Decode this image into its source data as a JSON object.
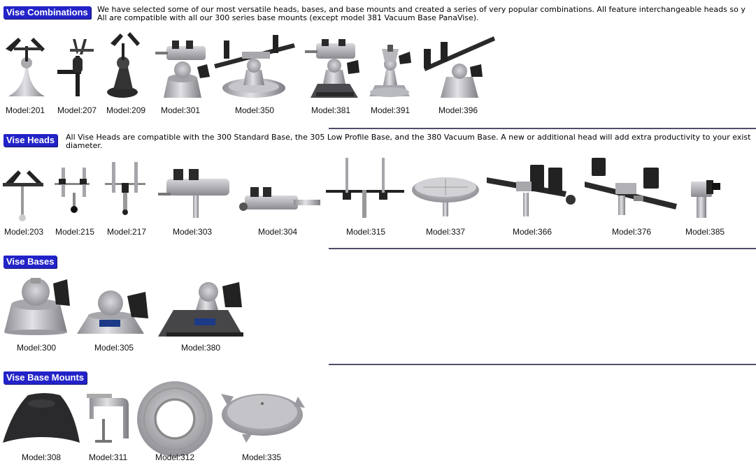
{
  "sections": {
    "combinations": {
      "title": "Vise Combinations",
      "desc1": "We have selected some of our most versatile heads, bases, and base mounts and created a series of very popular combinations. All feature interchangeable heads so y",
      "desc2": "All are compatible with all our 300 series base mounts (except model 381 Vacuum Base PanaVise).",
      "items": [
        "Model:201",
        "Model:207",
        "Model:209",
        "Model:301",
        "Model:350",
        "Model:381",
        "Model:391",
        "Model:396"
      ]
    },
    "heads": {
      "title": "Vise Heads",
      "desc1": "All Vise Heads are compatible with the 300 Standard Base, the 305 Low Profile Base, and the 380 Vacuum Base. A new or additional head will add extra productivity to your exist",
      "desc2": "diameter.",
      "items": [
        "Model:203",
        "Model:215",
        "Model:217",
        "Model:303",
        "Model:304",
        "Model:315",
        "Model:337",
        "Model:366",
        "Model:376",
        "Model:385"
      ]
    },
    "bases": {
      "title": "Vise Bases",
      "items": [
        "Model:300",
        "Model:305",
        "Model:380"
      ]
    },
    "mounts": {
      "title": "Vise Base Mounts",
      "items": [
        "Model:308",
        "Model:311",
        "Model:312",
        "Model:335"
      ]
    }
  },
  "colors": {
    "badge": "#2323c8",
    "rule": "#4d4d6a",
    "metal": "#b9b9bd",
    "dark": "#262626"
  }
}
